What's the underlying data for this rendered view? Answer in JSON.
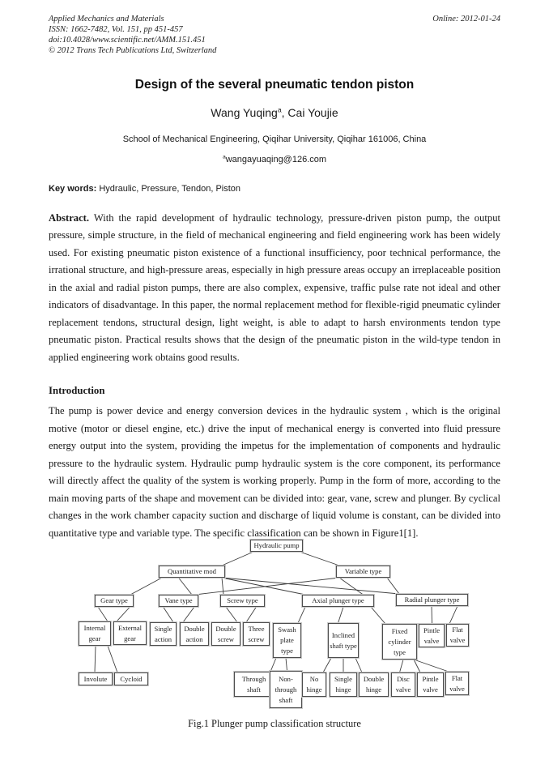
{
  "header": {
    "journal": "Applied Mechanics and Materials",
    "issn_line": "ISSN: 1662-7482, Vol. 151, pp 451-457",
    "doi_line": "doi:10.4028/www.scientific.net/AMM.151.451",
    "copyright_line": "© 2012 Trans Tech Publications Ltd, Switzerland",
    "online_date": "Online: 2012-01-24"
  },
  "title": "Design of the several pneumatic tendon piston",
  "authors": {
    "pre": "Wang Yuqing",
    "sup": "a",
    "post": ", Cai Youjie"
  },
  "affiliation": "School of Mechanical Engineering, Qiqihar University, Qiqihar 161006, China",
  "email": {
    "sup": "a",
    "address": "wangayuaqing@126.com"
  },
  "keywords": {
    "label": "Key words:",
    "text": " Hydraulic, Pressure, Tendon, Piston"
  },
  "abstract": {
    "label": "Abstract.",
    "text": " With the rapid development of hydraulic technology, pressure-driven piston pump, the output pressure, simple structure, in the field of mechanical engineering and field engineering work has been widely used. For existing pneumatic piston existence of a functional insufficiency, poor technical performance, the irrational structure, and high-pressure areas, especially in high pressure areas occupy an irreplaceable position in the axial and radial piston pumps, there are also complex, expensive, traffic pulse rate not ideal and other indicators of disadvantage. In this paper, the normal replacement method for flexible-rigid pneumatic cylinder replacement tendons, structural design, light weight, is able to adapt to harsh environments tendon type pneumatic piston. Practical results shows that the design of the pneumatic piston in the wild-type tendon in applied engineering work obtains good results."
  },
  "introduction": {
    "heading": "Introduction",
    "text": "The pump is power device and energy conversion devices in the hydraulic system , which is the original motive (motor or diesel engine, etc.) drive the input of mechanical energy is converted into fluid pressure energy output into the system, providing the impetus for the implementation of components and hydraulic pressure to the hydraulic system. Hydraulic pump hydraulic system is the core component, its performance will directly affect the quality of the system is working properly. Pump in the form of more, according to the main moving parts of the shape and movement can be divided into: gear, vane, screw and plunger. By cyclical changes in the work chamber capacity suction and discharge of liquid volume is constant, can be divided into quantitative type and variable type. The specific classification can be shown in Figure1[1]."
  },
  "figure": {
    "caption": "Fig.1 Plunger pump classification structure",
    "chart_data": {
      "type": "diagram",
      "title": "Plunger pump classification structure",
      "nodes": [
        {
          "id": "hydraulic",
          "label": "Hydraulic pump"
        },
        {
          "id": "quantitative",
          "label": "Quantitative mod"
        },
        {
          "id": "variable",
          "label": "Variable type"
        },
        {
          "id": "gear",
          "label": "Gear type"
        },
        {
          "id": "vane",
          "label": "Vane type"
        },
        {
          "id": "screw",
          "label": "Screw type"
        },
        {
          "id": "axial",
          "label": "Axial plunger type"
        },
        {
          "id": "radial",
          "label": "Radial plunger type"
        },
        {
          "id": "internal_gear",
          "label": "Internal gear"
        },
        {
          "id": "external_gear",
          "label": "External gear"
        },
        {
          "id": "single_action",
          "label": "Single action"
        },
        {
          "id": "double_action",
          "label": "Double action"
        },
        {
          "id": "double_screw",
          "label": "Double screw"
        },
        {
          "id": "three_screw",
          "label": "Three screw"
        },
        {
          "id": "swash_plate",
          "label": "Swash plate type"
        },
        {
          "id": "inclined_shaft",
          "label": "Inclined shaft type"
        },
        {
          "id": "fixed_cylinder",
          "label": "Fixed cylinder type"
        },
        {
          "id": "pintle_valve_r4",
          "label": "Pintle valve"
        },
        {
          "id": "flat_valve_r4",
          "label": "Flat valve"
        },
        {
          "id": "involute",
          "label": "Involute"
        },
        {
          "id": "cycloid",
          "label": "Cycloid"
        },
        {
          "id": "through_shaft",
          "label": "Through shaft"
        },
        {
          "id": "non_through_shaft",
          "label": "Non-through shaft"
        },
        {
          "id": "no_hinge",
          "label": "No hinge"
        },
        {
          "id": "single_hinge",
          "label": "Single hinge"
        },
        {
          "id": "double_hinge",
          "label": "Double hinge"
        },
        {
          "id": "disc_valve",
          "label": "Disc valve"
        },
        {
          "id": "pintle_valve_r5",
          "label": "Pintle valve"
        },
        {
          "id": "flat_valve_r5",
          "label": "Flat valve"
        }
      ],
      "edges": [
        [
          "hydraulic",
          "quantitative"
        ],
        [
          "hydraulic",
          "variable"
        ],
        [
          "quantitative",
          "gear"
        ],
        [
          "quantitative",
          "vane"
        ],
        [
          "quantitative",
          "screw"
        ],
        [
          "quantitative",
          "axial"
        ],
        [
          "quantitative",
          "radial"
        ],
        [
          "variable",
          "vane"
        ],
        [
          "variable",
          "axial"
        ],
        [
          "variable",
          "radial"
        ],
        [
          "gear",
          "internal_gear"
        ],
        [
          "gear",
          "external_gear"
        ],
        [
          "vane",
          "single_action"
        ],
        [
          "vane",
          "double_action"
        ],
        [
          "screw",
          "double_screw"
        ],
        [
          "screw",
          "three_screw"
        ],
        [
          "internal_gear",
          "involute"
        ],
        [
          "internal_gear",
          "cycloid"
        ],
        [
          "axial",
          "swash_plate"
        ],
        [
          "axial",
          "inclined_shaft"
        ],
        [
          "axial",
          "fixed_cylinder"
        ],
        [
          "radial",
          "pintle_valve_r4"
        ],
        [
          "radial",
          "flat_valve_r4"
        ],
        [
          "swash_plate",
          "through_shaft"
        ],
        [
          "swash_plate",
          "non_through_shaft"
        ],
        [
          "inclined_shaft",
          "no_hinge"
        ],
        [
          "inclined_shaft",
          "single_hinge"
        ],
        [
          "inclined_shaft",
          "double_hinge"
        ],
        [
          "fixed_cylinder",
          "disc_valve"
        ],
        [
          "fixed_cylinder",
          "pintle_valve_r5"
        ],
        [
          "fixed_cylinder",
          "flat_valve_r5"
        ]
      ]
    }
  }
}
